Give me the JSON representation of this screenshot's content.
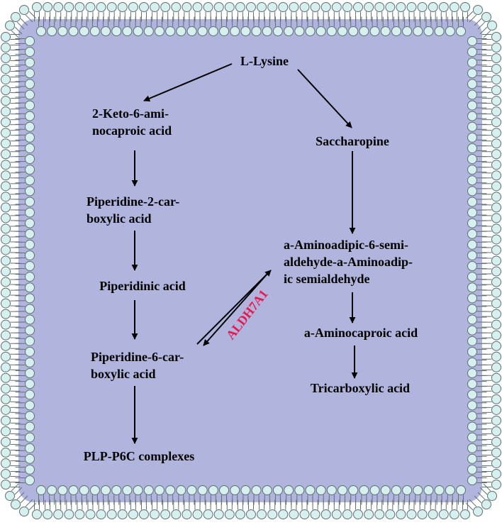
{
  "colors": {
    "cell_fill": "#b1b5de",
    "bead_fill": "#d6f0ef",
    "bead_stroke": "#5f6f70",
    "text": "#000000",
    "enzyme": "#e8174c"
  },
  "nodes": {
    "l_lysine": {
      "lines": [
        "L-Lysine"
      ]
    },
    "keto": {
      "lines": [
        "2-Keto-6-ami-",
        "nocaproic acid"
      ]
    },
    "saccharopine": {
      "lines": [
        "Saccharopine"
      ]
    },
    "piperidine2": {
      "lines": [
        "Piperidine-2-car-",
        "boxylic acid"
      ]
    },
    "aminoadipic": {
      "lines": [
        "a-Aminoadipic-6-semi-",
        "aldehyde-a-Aminoadip-",
        "ic semialdehyde"
      ]
    },
    "piperidinic": {
      "lines": [
        "Piperidinic acid"
      ]
    },
    "aminocaproic": {
      "lines": [
        "a-Aminocaproic acid"
      ]
    },
    "piperidine6": {
      "lines": [
        "Piperidine-6-car-",
        "boxylic acid"
      ]
    },
    "tricarboxylic": {
      "lines": [
        "Tricarboxylic acid"
      ]
    },
    "plp": {
      "lines": [
        "PLP-P6C complexes"
      ]
    }
  },
  "enzyme_label": "ALDH7A1",
  "icons": {
    "membrane": "phospholipid-bilayer-icon"
  }
}
